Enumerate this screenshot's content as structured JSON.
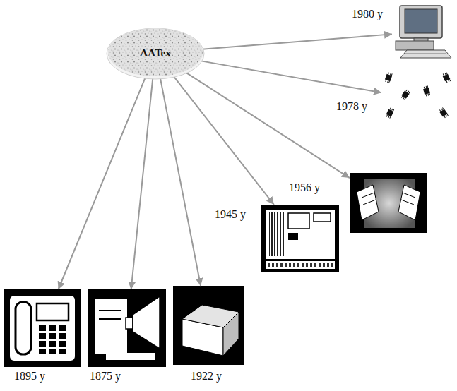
{
  "diagram": {
    "nodes": [
      {
        "text": [
          "AATex"
        ]
      },
      {
        "text": [
          "1980 y"
        ]
      },
      {
        "text": [
          "1978 y"
        ]
      },
      {
        "text": [
          "1956 y"
        ]
      },
      {
        "text": [
          "1945 y"
        ]
      },
      {
        "text": [
          "1895 y"
        ]
      },
      {
        "text": [
          "1875 y"
        ]
      },
      {
        "text": [
          "1922 y"
        ]
      }
    ],
    "edges": [
      {
        "from": 0,
        "to": 1,
        "arrow": "to"
      },
      {
        "from": 0,
        "to": 2,
        "arrow": "to"
      },
      {
        "from": 0,
        "to": 3,
        "arrow": "to"
      },
      {
        "from": 0,
        "to": 4,
        "arrow": "to"
      },
      {
        "from": 0,
        "to": 5,
        "arrow": "to"
      },
      {
        "from": 0,
        "to": 6,
        "arrow": "to"
      },
      {
        "from": 0,
        "to": 7,
        "arrow": "to"
      }
    ]
  }
}
